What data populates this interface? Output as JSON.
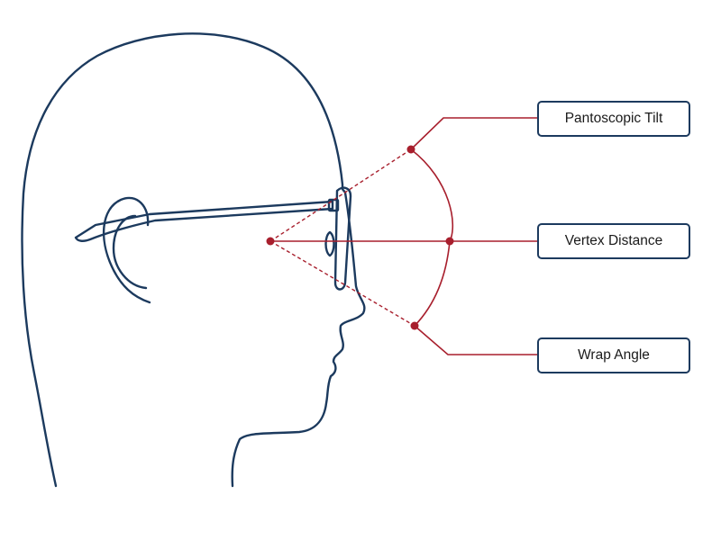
{
  "labels": {
    "pantoscopic_tilt": "Pantoscopic Tilt",
    "vertex_distance": "Vertex Distance",
    "wrap_angle": "Wrap Angle"
  },
  "colors": {
    "outline": "#1c3a5e",
    "measurement": "#a81f2d",
    "background": "#ffffff"
  }
}
